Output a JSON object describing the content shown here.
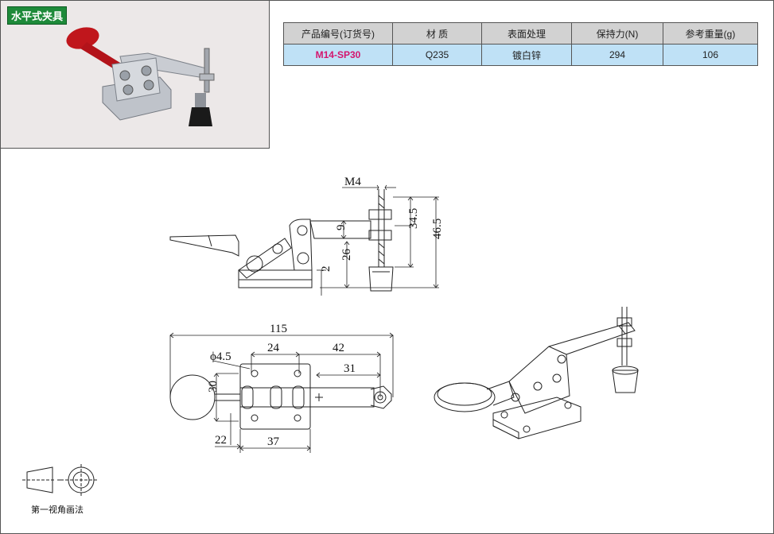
{
  "badge": "水平式夹具",
  "table": {
    "headers": [
      "产品编号(订货号)",
      "材  质",
      "表面处理",
      "保持力(N)",
      "参考重量(g)"
    ],
    "row": [
      "M14-SP30",
      "Q235",
      "镀白锌",
      "294",
      "106"
    ]
  },
  "dims": {
    "m4": "M4",
    "d9": "9",
    "d34_5": "34.5",
    "d46_5": "46.5",
    "d26": "26",
    "d2": "2",
    "d115": "115",
    "d4_5": "ϕ4.5",
    "d24": "24",
    "d42": "42",
    "d31": "31",
    "d30": "30",
    "d22": "22",
    "d37": "37"
  },
  "legend": "第一视角画法",
  "colors": {
    "badge": "#1e8a3a",
    "code": "#d4146d",
    "header_bg": "#d2d2d2",
    "row_bg": "#bfe1f6",
    "handle_red": "#c0161c"
  }
}
